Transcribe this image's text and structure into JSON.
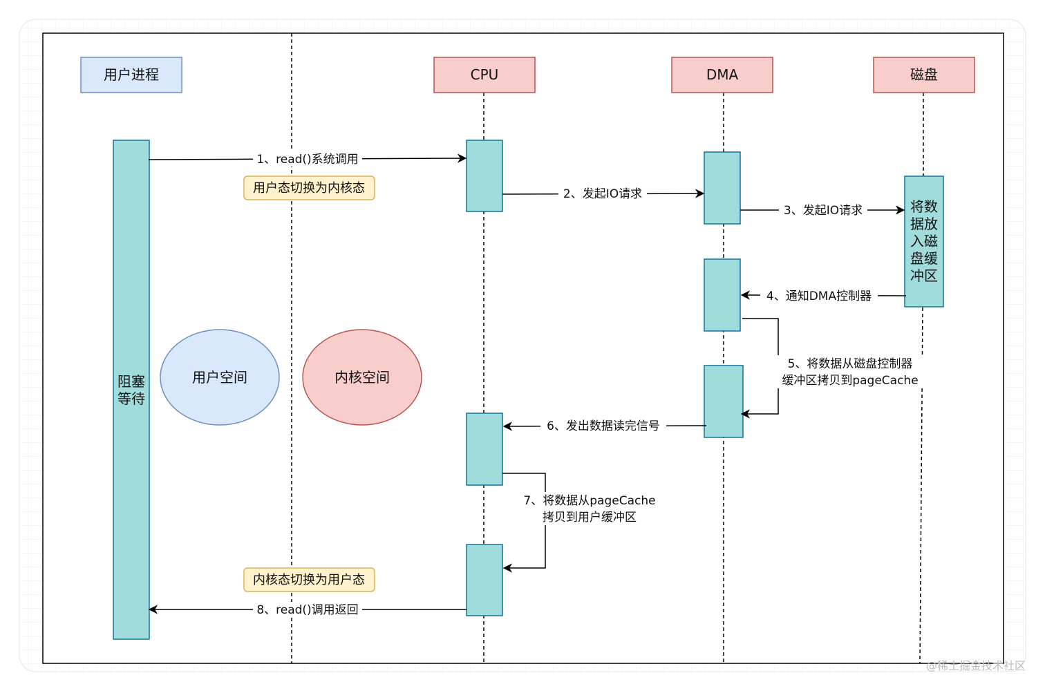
{
  "headers": {
    "user_process": "用户进程",
    "cpu": "CPU",
    "dma": "DMA",
    "disk": "磁盘"
  },
  "blocked_wait": [
    "阻塞",
    "等待"
  ],
  "disk_buffer": [
    "将数",
    "据放",
    "入磁",
    "盘缓",
    "冲区"
  ],
  "spaces": {
    "user_space": "用户空间",
    "kernel_space": "内核空间"
  },
  "mode_switch": {
    "to_kernel": "用户态切换为内核态",
    "to_user": "内核态切换为用户态"
  },
  "steps": {
    "s1": "1、read()系统调用",
    "s2": "2、发起IO请求",
    "s3": "3、发起IO请求",
    "s4": "4、通知DMA控制器",
    "s5": [
      "5、将数据从磁盘控制器",
      "缓冲区拷贝到pageCache"
    ],
    "s6": "6、发出数据读完信号",
    "s7": [
      "7、将数据从pageCache",
      "拷贝到用户缓冲区"
    ],
    "s8": "8、read()调用返回"
  },
  "watermark": "@稀土掘金技术社区",
  "colors": {
    "blue_fill": "#dae8fc",
    "blue_stroke": "#6c8ebf",
    "red_fill": "#f8cecc",
    "red_stroke": "#b85450",
    "teal_fill": "#a0dcdc",
    "teal_stroke": "#10739e",
    "yellow_fill": "#fff2cc",
    "yellow_stroke": "#d6b656"
  }
}
